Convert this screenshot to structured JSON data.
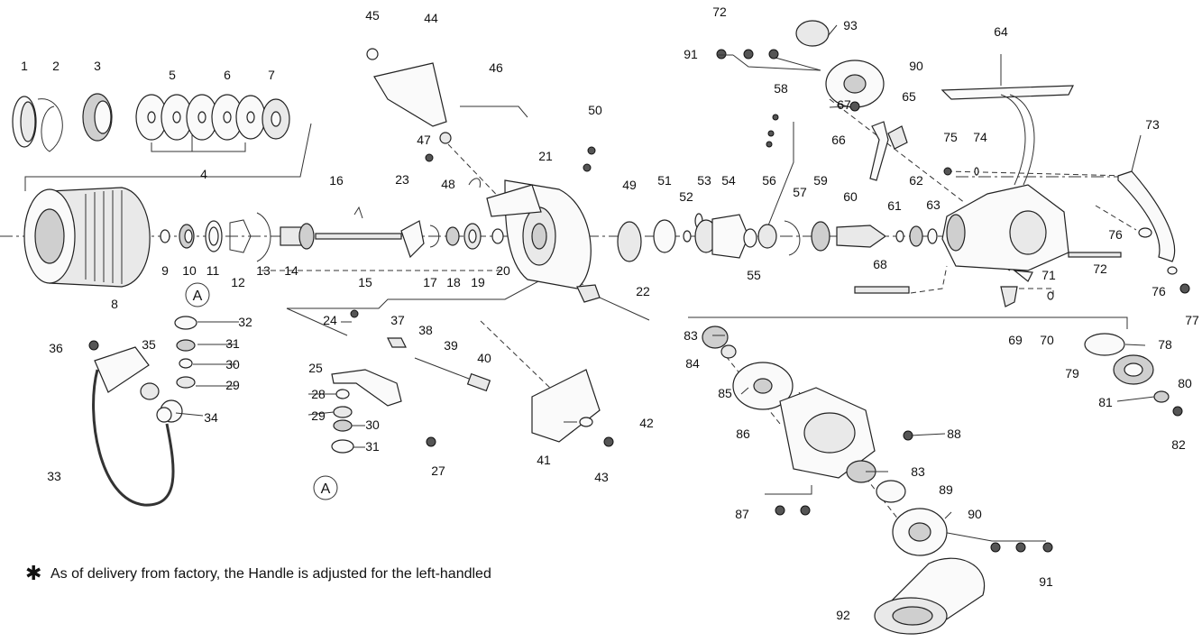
{
  "diagram": {
    "parts": [
      "1",
      "2",
      "3",
      "4",
      "5",
      "6",
      "7",
      "8",
      "9",
      "10",
      "11",
      "12",
      "13",
      "14",
      "15",
      "16",
      "17",
      "18",
      "19",
      "20",
      "21",
      "22",
      "23",
      "24",
      "25",
      "27",
      "28",
      "29",
      "30",
      "31",
      "32",
      "33",
      "34",
      "35",
      "36",
      "37",
      "38",
      "39",
      "40",
      "41",
      "42",
      "43",
      "44",
      "45",
      "46",
      "47",
      "48",
      "49",
      "50",
      "51",
      "52",
      "53",
      "54",
      "55",
      "56",
      "57",
      "58",
      "59",
      "60",
      "61",
      "62",
      "63",
      "64",
      "65",
      "66",
      "67",
      "68",
      "69",
      "70",
      "71",
      "72",
      "73",
      "74",
      "75",
      "76",
      "77",
      "78",
      "79",
      "80",
      "81",
      "82",
      "83",
      "84",
      "85",
      "86",
      "87",
      "88",
      "89",
      "90",
      "91",
      "92",
      "93"
    ],
    "callout_marker": "A",
    "footnote_symbol": "✱",
    "footnote": "As of delivery from factory, the Handle is adjusted for the left-handled"
  }
}
